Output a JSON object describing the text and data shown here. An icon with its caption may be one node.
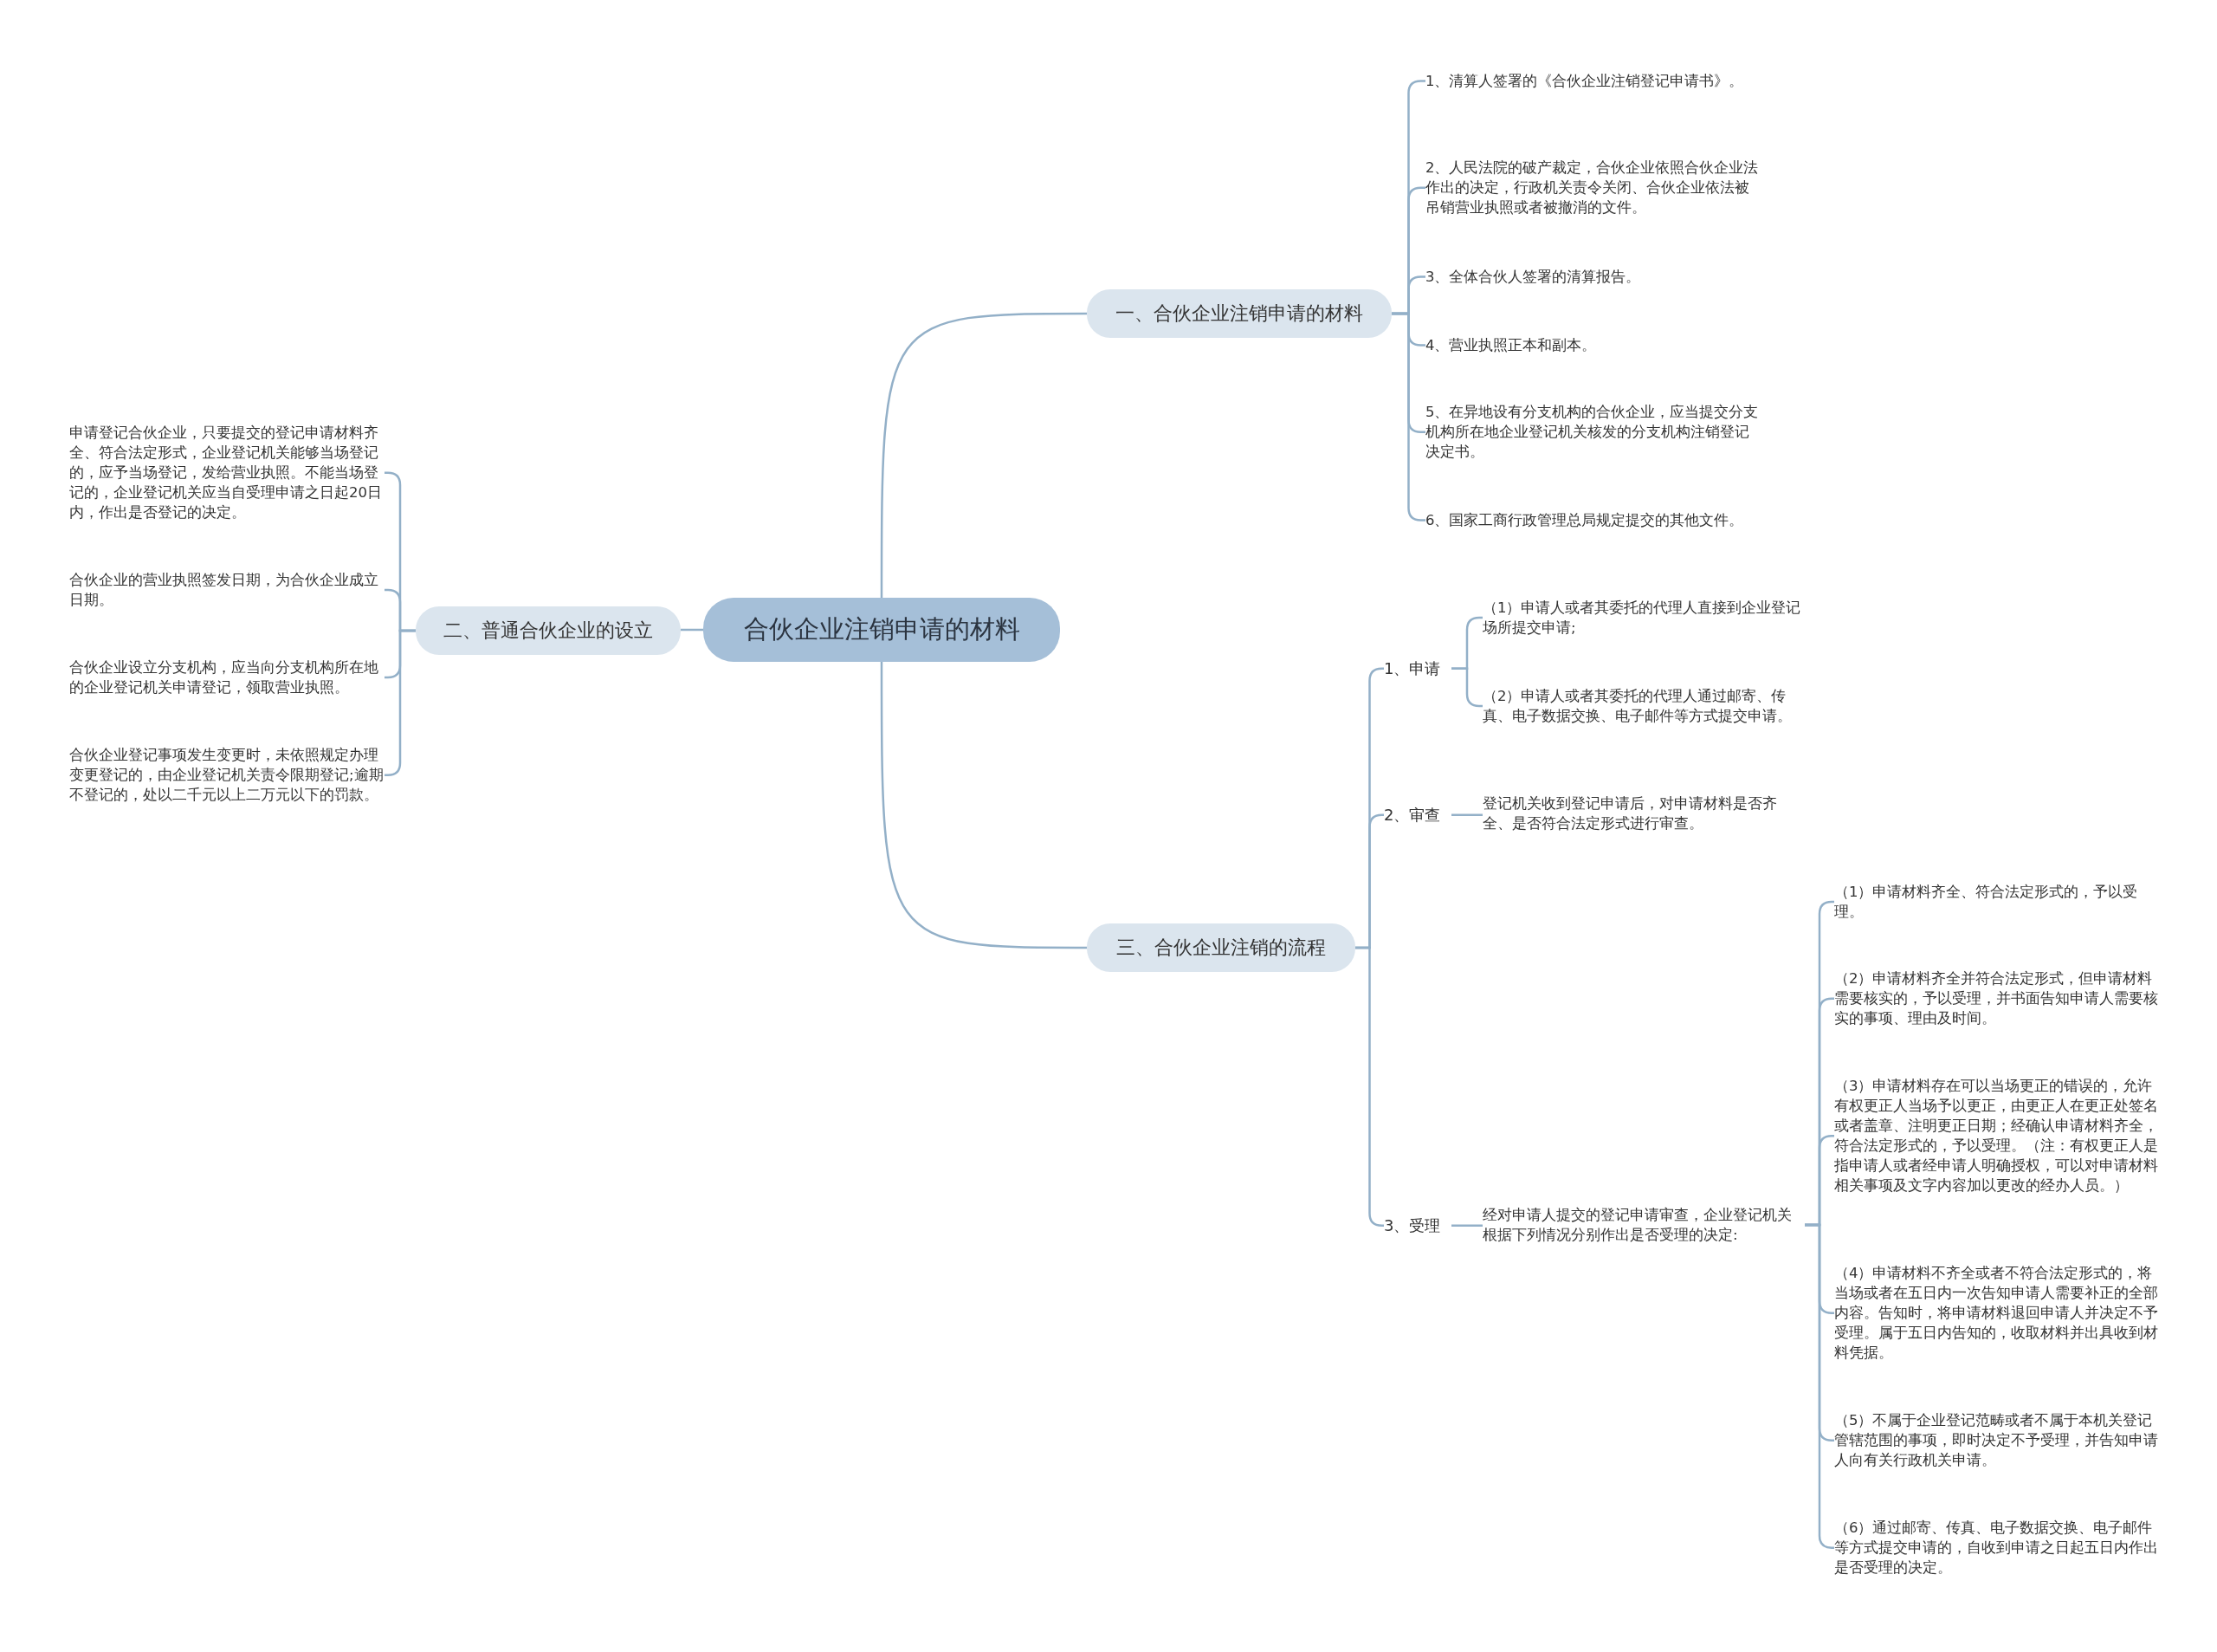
{
  "diagram": {
    "nodes": [
      {
        "text": [
          "合伙企业注销申请的材料"
        ]
      },
      {
        "text": [
          "一、合伙企业注销申请的材料"
        ]
      },
      {
        "text": [
          "1、清算人签署的《合伙企业注销登记申请书》。"
        ]
      },
      {
        "text": [
          "2、人民法院的破产裁定，合伙企业依照合伙企业法作出的决定，行政机关责令关闭、合伙企业依法被吊销营业执照或者被撤消的文件。"
        ]
      },
      {
        "text": [
          "3、全体合伙人签署的清算报告。"
        ]
      },
      {
        "text": [
          "4、营业执照正本和副本。"
        ]
      },
      {
        "text": [
          "5、在异地设有分支机构的合伙企业，应当提交分支机构所在地企业登记机关核发的分支机构注销登记决定书。"
        ]
      },
      {
        "text": [
          "6、国家工商行政管理总局规定提交的其他文件。"
        ]
      },
      {
        "text": [
          "二、普通合伙企业的设立"
        ]
      },
      {
        "text": [
          "申请登记合伙企业，只要提交的登记申请材料齐全、符合法定形式，企业登记机关能够当场登记的，应予当场登记，发给营业执照。不能当场登记的，企业登记机关应当自受理申请之日起20日内，作出是否登记的决定。"
        ]
      },
      {
        "text": [
          "合伙企业的营业执照签发日期，为合伙企业成立日期。"
        ]
      },
      {
        "text": [
          "合伙企业设立分支机构，应当向分支机构所在地的企业登记机关申请登记，领取营业执照。"
        ]
      },
      {
        "text": [
          "合伙企业登记事项发生变更时，未依照规定办理变更登记的，由企业登记机关责令限期登记;逾期不登记的，处以二千元以上二万元以下的罚款。"
        ]
      },
      {
        "text": [
          "三、合伙企业注销的流程"
        ]
      },
      {
        "text": [
          "1、申请"
        ]
      },
      {
        "text": [
          "（1）申请人或者其委托的代理人直接到企业登记场所提交申请;"
        ]
      },
      {
        "text": [
          "（2）申请人或者其委托的代理人通过邮寄、传真、电子数据交换、电子邮件等方式提交申请。"
        ]
      },
      {
        "text": [
          "2、审查"
        ]
      },
      {
        "text": [
          "登记机关收到登记申请后，对申请材料是否齐全、是否符合法定形式进行审查。"
        ]
      },
      {
        "text": [
          "3、受理"
        ]
      },
      {
        "text": [
          "经对申请人提交的登记申请审查，企业登记机关根据下列情况分别作出是否受理的决定:"
        ]
      },
      {
        "text": [
          "（1）申请材料齐全、符合法定形式的，予以受理。"
        ]
      },
      {
        "text": [
          "（2）申请材料齐全并符合法定形式，但申请材料需要核实的，予以受理，并书面告知申请人需要核实的事项、理由及时间。"
        ]
      },
      {
        "text": [
          "（3）申请材料存在可以当场更正的错误的，允许有权更正人当场予以更正，由更正人在更正处签名或者盖章、注明更正日期；经确认申请材料齐全，符合法定形式的，予以受理。（注：有权更正人是指申请人或者经申请人明确授权，可以对申请材料相关事项及文字内容加以更改的经办人员。）"
        ]
      },
      {
        "text": [
          "（4）申请材料不齐全或者不符合法定形式的，将当场或者在五日内一次告知申请人需要补正的全部内容。告知时，将申请材料退回申请人并决定不予受理。属于五日内告知的，收取材料并出具收到材料凭据。"
        ]
      },
      {
        "text": [
          "（5）不属于企业登记范畴或者不属于本机关登记管辖范围的事项，即时决定不予受理，并告知申请人向有关行政机关申请。"
        ]
      },
      {
        "text": [
          "（6）通过邮寄、传真、电子数据交换、电子邮件等方式提交申请的，自收到申请之日起五日内作出是否受理的决定。"
        ]
      }
    ],
    "edges": [
      {
        "from": 0,
        "to": 1,
        "arrow": "none"
      },
      {
        "from": 1,
        "to": 2,
        "arrow": "none"
      },
      {
        "from": 1,
        "to": 3,
        "arrow": "none"
      },
      {
        "from": 1,
        "to": 4,
        "arrow": "none"
      },
      {
        "from": 1,
        "to": 5,
        "arrow": "none"
      },
      {
        "from": 1,
        "to": 6,
        "arrow": "none"
      },
      {
        "from": 1,
        "to": 7,
        "arrow": "none"
      },
      {
        "from": 0,
        "to": 8,
        "arrow": "none"
      },
      {
        "from": 8,
        "to": 9,
        "arrow": "none"
      },
      {
        "from": 8,
        "to": 10,
        "arrow": "none"
      },
      {
        "from": 8,
        "to": 11,
        "arrow": "none"
      },
      {
        "from": 8,
        "to": 12,
        "arrow": "none"
      },
      {
        "from": 0,
        "to": 13,
        "arrow": "none"
      },
      {
        "from": 13,
        "to": 14,
        "arrow": "none"
      },
      {
        "from": 14,
        "to": 15,
        "arrow": "none"
      },
      {
        "from": 14,
        "to": 16,
        "arrow": "none"
      },
      {
        "from": 13,
        "to": 17,
        "arrow": "none"
      },
      {
        "from": 17,
        "to": 18,
        "arrow": "none"
      },
      {
        "from": 13,
        "to": 19,
        "arrow": "none"
      },
      {
        "from": 19,
        "to": 20,
        "arrow": "none"
      },
      {
        "from": 20,
        "to": 21,
        "arrow": "none"
      },
      {
        "from": 20,
        "to": 22,
        "arrow": "none"
      },
      {
        "from": 20,
        "to": 23,
        "arrow": "none"
      },
      {
        "from": 20,
        "to": 24,
        "arrow": "none"
      },
      {
        "from": 20,
        "to": 25,
        "arrow": "none"
      },
      {
        "from": 20,
        "to": 26,
        "arrow": "none"
      }
    ]
  }
}
